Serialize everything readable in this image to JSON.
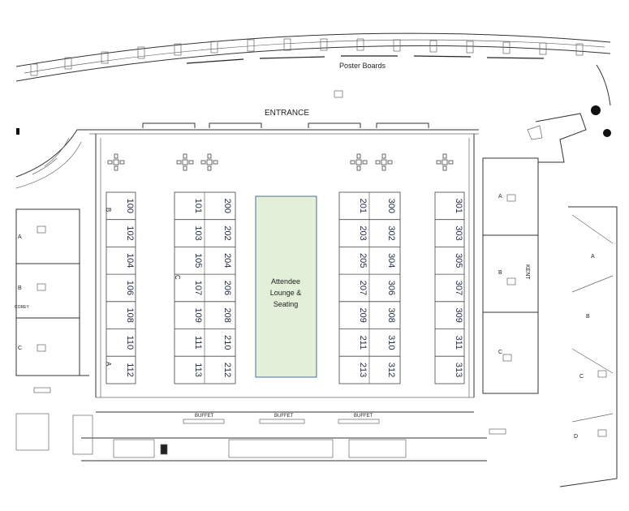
{
  "labels": {
    "poster_boards": "Poster Boards",
    "entrance": "ENTRANCE",
    "lounge_line1": "Attendee",
    "lounge_line2": "Lounge &",
    "lounge_line3": "Seating",
    "buffet": "BUFFET",
    "kent": "KENT",
    "corey": "COREY",
    "room_a": "A",
    "room_b": "B",
    "room_c": "C",
    "room_d": "D"
  },
  "colors": {
    "lounge_fill": "#e3efd9",
    "lounge_stroke": "#4a6e9a",
    "booth_number": "#1f2a44",
    "marker_green": "#3d9a3d"
  },
  "booths": {
    "col1": [
      "100",
      "102",
      "104",
      "106",
      "108",
      "110",
      "112"
    ],
    "col2": [
      "101",
      "103",
      "105",
      "107",
      "109",
      "111",
      "113"
    ],
    "col3": [
      "200",
      "202",
      "204",
      "206",
      "208",
      "210",
      "212"
    ],
    "col4": [
      "201",
      "203",
      "205",
      "207",
      "209",
      "211",
      "213"
    ],
    "col5": [
      "300",
      "302",
      "304",
      "306",
      "308",
      "310",
      "312"
    ],
    "col6": [
      "301",
      "303",
      "305",
      "307",
      "309",
      "311",
      "313"
    ]
  },
  "markers": {
    "b": "B",
    "c": "C",
    "a": "A"
  }
}
